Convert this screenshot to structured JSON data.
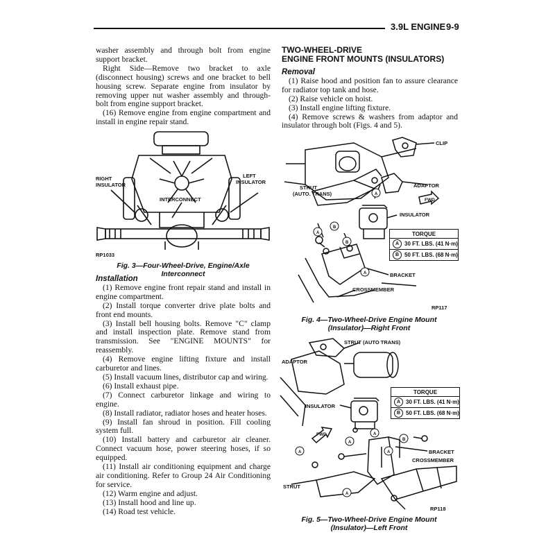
{
  "header": {
    "section": "3.9L ENGINE",
    "page": "9-9"
  },
  "left_column": {
    "para1": "washer assembly and through bolt from engine support bracket.",
    "para2": "Right Side—Remove two bracket to axle (disconnect housing) screws and one bracket to bell housing screw. Separate engine from insulator by removing upper nut washer assembly and through-bolt from engine support bracket.",
    "para3": "(16) Remove engine from engine compartment and install in engine repair stand.",
    "fig3": {
      "label_right": "RIGHT INSULATOR",
      "label_left": "LEFT INSULATOR",
      "label_interconnect": "INTERCONNECT",
      "code": "RP1033",
      "caption": "Fig. 3—Four-Wheel-Drive, Engine/Axle Interconnect"
    },
    "installation_heading": "Installation",
    "steps": [
      "(1) Remove engine front repair stand and install in engine compartment.",
      "(2) Install torque converter drive plate bolts and front end mounts.",
      "(3) Install bell housing bolts. Remove \"C\" clamp and install inspection plate. Remove stand from transmission. See \"ENGINE MOUNTS\" for reassembly.",
      "(4) Remove engine lifting fixture and install carburetor and lines.",
      "(5) Install vacuum lines, distributor cap and wiring.",
      "(6) Install exhaust pipe.",
      "(7) Connect carburetor linkage and wiring to engine.",
      "(8) Install radiator, radiator hoses and heater hoses.",
      "(9) Install fan shroud in position. Fill cooling system full.",
      "(10) Install battery and carburetor air cleaner. Connect vacuum hose, power steering hoses, if so equipped.",
      "(11) Install air conditioning equipment and charge air conditioning. Refer to Group 24 Air Conditioning for service.",
      "(12) Warm engine and adjust.",
      "(13) Install hood and line up.",
      "(14) Road test vehicle."
    ]
  },
  "right_column": {
    "heading_line1": "TWO-WHEEL-DRIVE",
    "heading_line2": "ENGINE FRONT MOUNTS (INSULATORS)",
    "removal_heading": "Removal",
    "steps": [
      "(1) Raise hood and position fan to assure clearance for radiator top tank and hose.",
      "(2) Raise vehicle on hoist.",
      "(3) Install engine lifting fixture.",
      "(4) Remove screws & washers from adaptor and insulator through bolt (Figs. 4 and 5)."
    ],
    "fig4": {
      "label_clip": "CLIP",
      "label_adaptor": "ADAPTOR",
      "label_strut": "STRUT (AUTO. TRANS)",
      "label_fwd": "FWD",
      "label_insulator": "INSULATOR",
      "label_bracket": "BRACKET",
      "label_crossmember": "CROSSMEMBER",
      "code": "RP117",
      "torque_title": "TORQUE",
      "torque_a_key": "A",
      "torque_a": "30 FT. LBS. (41 N·m)",
      "torque_b_key": "B",
      "torque_b": "50 FT. LBS. (68 N·m)",
      "caption_line1": "Fig. 4—Two-Wheel-Drive Engine Mount",
      "caption_line2": "(Insulator)—Right Front"
    },
    "fig5": {
      "label_strut_top": "STRUT (AUTO TRANS)",
      "label_adaptor": "ADAPTOR",
      "label_insulator": "INSULATOR",
      "label_fwd": "FWD",
      "label_bracket": "BRACKET",
      "label_crossmember": "CROSSMEMBER",
      "label_strut": "STRUT",
      "code": "RP118",
      "torque_title": "TORQUE",
      "torque_a_key": "A",
      "torque_a": "30 FT. LBS. (41 N·m)",
      "torque_b_key": "B",
      "torque_b": "50 FT. LBS. (68 N·m)",
      "caption_line1": "Fig. 5—Two-Wheel-Drive Engine Mount",
      "caption_line2": "(Insulator)—Left Front"
    }
  }
}
